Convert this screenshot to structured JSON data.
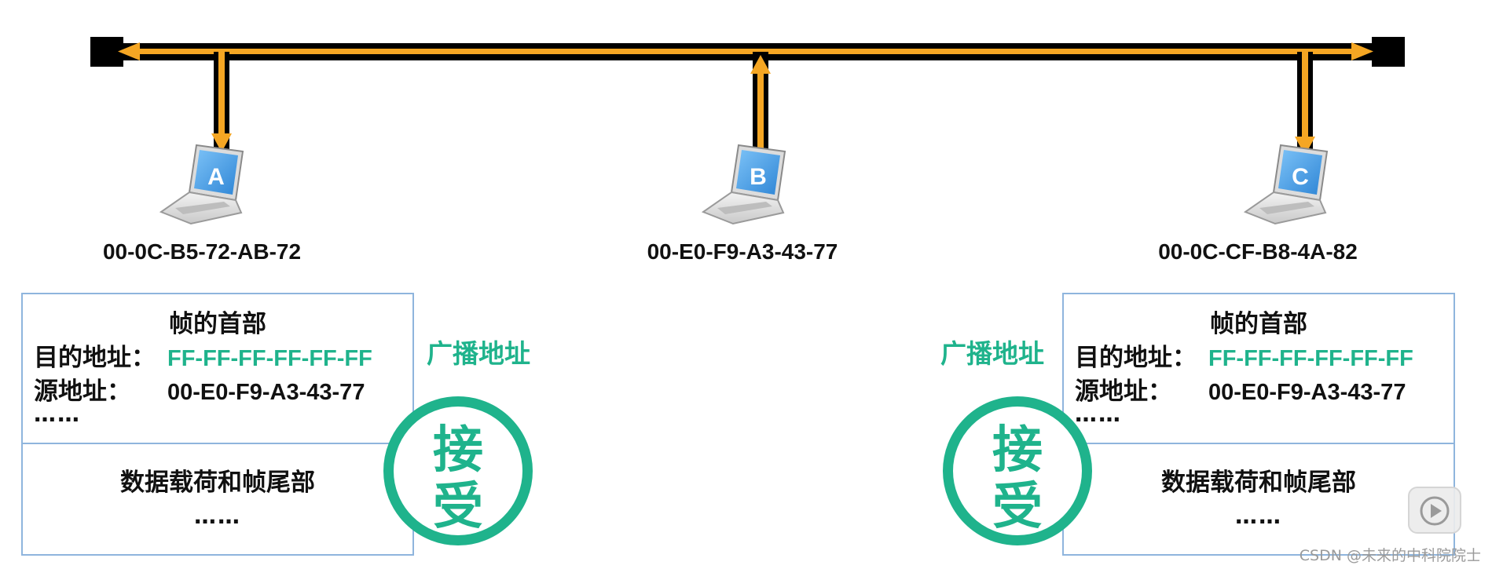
{
  "hosts": [
    {
      "letter": "A",
      "mac": "00-0C-B5-72-AB-72"
    },
    {
      "letter": "B",
      "mac": "00-E0-F9-A3-43-77"
    },
    {
      "letter": "C",
      "mac": "00-0C-CF-B8-4A-82"
    }
  ],
  "frame": {
    "header_title": "帧的首部",
    "dest_label": "目的地址：",
    "dest_value": "FF-FF-FF-FF-FF-FF",
    "src_label": "源地址：",
    "src_value": "00-E0-F9-A3-43-77",
    "header_ellipsis": "……",
    "payload_title": "数据载荷和帧尾部",
    "payload_ellipsis": "……"
  },
  "broadcast_label": "广播地址",
  "accept_label": {
    "top": "接",
    "bottom": "受"
  },
  "watermark": "CSDN @未来的中科院院士",
  "colors": {
    "bus": "#000000",
    "signal": "#f5a623",
    "accent": "#1fb38c",
    "box_border": "#8fb5dd",
    "laptop_screen": "#3f9be8"
  },
  "icons": [
    "laptop-icon",
    "play-icon"
  ]
}
